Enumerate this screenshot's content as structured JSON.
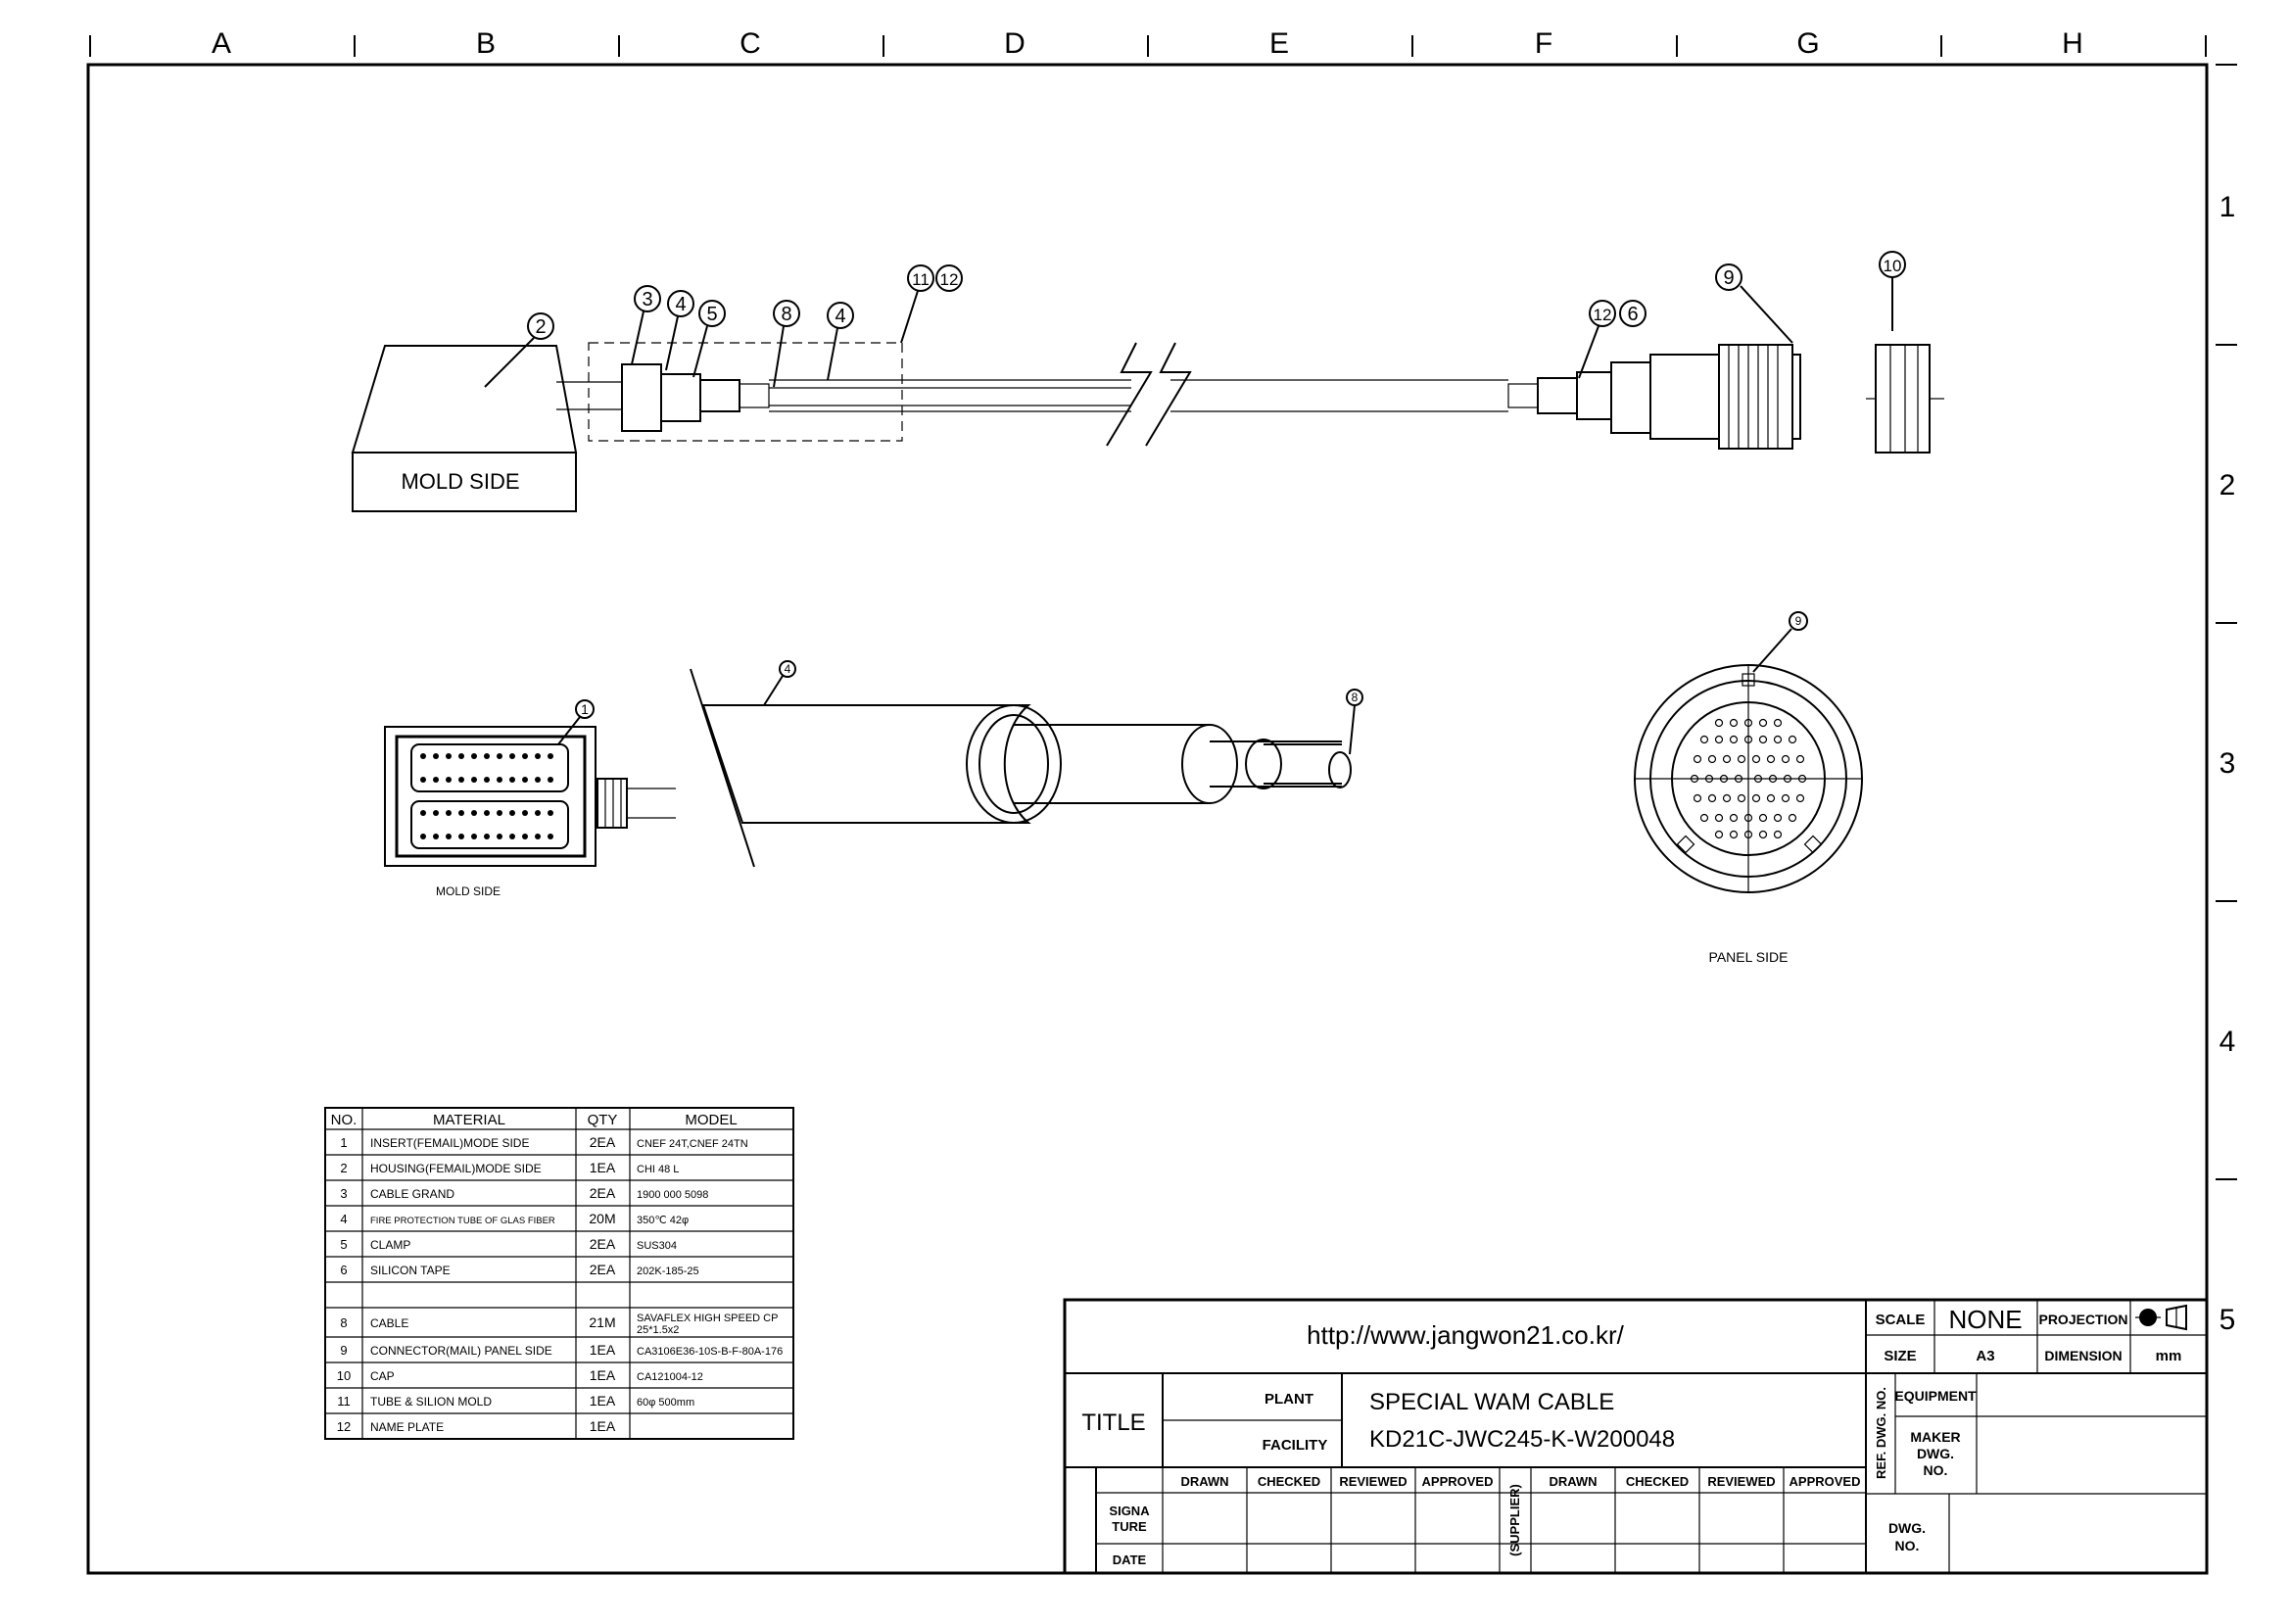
{
  "border": {
    "columns": [
      "A",
      "B",
      "C",
      "D",
      "E",
      "F",
      "G",
      "H"
    ],
    "rows": [
      "1",
      "2",
      "3",
      "4",
      "5"
    ]
  },
  "labels": {
    "mold_side_box": "MOLD SIDE",
    "mold_side_small": "MOLD SIDE",
    "panel_side": "PANEL SIDE"
  },
  "balloons": {
    "b2": "2",
    "b3": "3",
    "b4a": "4",
    "b5": "5",
    "b8": "8",
    "b4b": "4",
    "b11": "11",
    "b12": "12",
    "b12r": "12",
    "b6": "6",
    "b9": "9",
    "b10": "10",
    "b1s": "1",
    "b4s": "4",
    "b8s": "8",
    "b9s": "9"
  },
  "bom": {
    "headers": [
      "NO.",
      "MATERIAL",
      "QTY",
      "MODEL"
    ],
    "rows": [
      {
        "no": "1",
        "material": "INSERT(FEMAIL)MODE SIDE",
        "qty": "2EA",
        "model": "CNEF 24T,CNEF 24TN"
      },
      {
        "no": "2",
        "material": "HOUSING(FEMAIL)MODE SIDE",
        "qty": "1EA",
        "model": "CHI 48 L"
      },
      {
        "no": "3",
        "material": "CABLE GRAND",
        "qty": "2EA",
        "model": "1900 000 5098"
      },
      {
        "no": "4",
        "material": "FIRE PROTECTION TUBE OF GLAS FIBER",
        "qty": "20M",
        "model": "350℃ 42φ"
      },
      {
        "no": "5",
        "material": "CLAMP",
        "qty": "2EA",
        "model": "SUS304"
      },
      {
        "no": "6",
        "material": "SILICON TAPE",
        "qty": "2EA",
        "model": "202K-185-25"
      },
      {
        "no": "",
        "material": "",
        "qty": "",
        "model": ""
      },
      {
        "no": "8",
        "material": "CABLE",
        "qty": "21M",
        "model": "SAVAFLEX HIGH SPEED CP 25*1.5x2"
      },
      {
        "no": "9",
        "material": "CONNECTOR(MAIL) PANEL SIDE",
        "qty": "1EA",
        "model": "CA3106E36-10S-B-F-80A-176"
      },
      {
        "no": "10",
        "material": "CAP",
        "qty": "1EA",
        "model": "CA121004-12"
      },
      {
        "no": "11",
        "material": "TUBE & SILION MOLD",
        "qty": "1EA",
        "model": "60φ 500mm"
      },
      {
        "no": "12",
        "material": "NAME PLATE",
        "qty": "1EA",
        "model": ""
      }
    ]
  },
  "title_block": {
    "url": "http://www.jangwon21.co.kr/",
    "scale_label": "SCALE",
    "scale_value": "NONE",
    "size_label": "SIZE",
    "size_value": "A3",
    "projection_label": "PROJECTION",
    "dimension_label": "DIMENSION",
    "dimension_value": "mm",
    "title_label": "TITLE",
    "plant_label": "PLANT",
    "facility_label": "FACILITY",
    "title_line1": "SPECIAL WAM CABLE",
    "title_line2": "KD21C-JWC245-K-W200048",
    "ref_dwg_label": "REF. DWG. NO.",
    "equipment_label": "EQUIPMENT",
    "maker_dwg_l1": "MAKER",
    "maker_dwg_l2": "DWG.",
    "maker_dwg_l3": "NO.",
    "dwg_no_l1": "DWG.",
    "dwg_no_l2": "NO.",
    "drawn": "DRAWN",
    "checked": "CHECKED",
    "reviewed": "REVIEWED",
    "approved": "APPROVED",
    "supplier": "(SUPPLIER)",
    "signature_l1": "SIGNA",
    "signature_l2": "TURE",
    "date_label": "DATE"
  }
}
